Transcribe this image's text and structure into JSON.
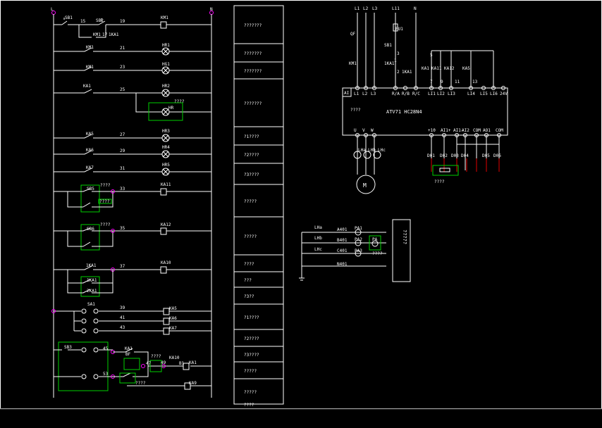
{
  "left": {
    "bus_l": "L",
    "bus_n": "N",
    "sb1": "SB1",
    "n15": "15",
    "sb2": "SB2",
    "n19": "19",
    "km1_aux": "KM1",
    "n17": "17",
    "ka1_aux": "1KA1",
    "rows": [
      {
        "contact": "",
        "num": "",
        "coil": "KM1"
      },
      {
        "contact": "KM1",
        "num": "21",
        "coil": "HR1"
      },
      {
        "contact": "KM1",
        "num": "23",
        "coil": "HG1"
      },
      {
        "contact": "KA1",
        "num": "25",
        "coil": "HR2"
      },
      {
        "contact": "KA5",
        "num": "27",
        "coil": "HR3"
      },
      {
        "contact": "KA6",
        "num": "29",
        "coil": "HR4"
      },
      {
        "contact": "KA7",
        "num": "31",
        "coil": "HR5"
      },
      {
        "contact": "SB5",
        "num": "33",
        "coil": "KA11"
      },
      {
        "contact": "SB6",
        "num": "35",
        "coil": "KA12"
      },
      {
        "contact": "1KA1",
        "num": "37",
        "coil": "KA10"
      },
      {
        "contact": "",
        "num": "39",
        "coil": "KA5"
      },
      {
        "contact": "",
        "num": "41",
        "coil": "KA6"
      },
      {
        "contact": "",
        "num": "43",
        "coil": "KA7"
      }
    ],
    "hr_box": "HR",
    "hr_note": "????",
    "sb5_note": "????",
    "sb5_note2": "????",
    "sb6_note": "????",
    "ka1_a": "1KA1",
    "ka1_b": "2KA1",
    "sa1": "SA1",
    "sb3": "SB3",
    "n45": "45",
    "n53": "53",
    "ka1_b2": "KA1",
    "bf": "BF",
    "note_bottom": "????",
    "note_bottom2": "????",
    "n47": "47",
    "n49": "49",
    "b1": "B1",
    "ka10": "KA10",
    "ka1_end": "KA1",
    "ka9": "KA9"
  },
  "description_column": [
    "???????",
    "???????",
    "???????",
    "???????",
    "?1????",
    "?2????",
    "?3????",
    "?????",
    "?????",
    "????",
    "???",
    "?3??",
    "?1????",
    "?2????",
    "?3????",
    "?????",
    "?????",
    "????"
  ],
  "vfd": {
    "l1": "L1",
    "l2": "L2",
    "l3": "L3",
    "l11": "L11",
    "n": "N",
    "qf": "QF",
    "km1": "KM1",
    "fu1": "FU1",
    "sb1": "SB1",
    "ka1": "1KA1",
    "ka1b": "1KA1",
    "n1": "1",
    "n2": "2",
    "n3": "3",
    "terms_top": [
      "L1",
      "L2",
      "L3",
      "R/A",
      "R/B",
      "R/C",
      "LI1",
      "LI2",
      "LI3",
      "LI4",
      "LI5",
      "LI6",
      "24V"
    ],
    "model": "ATV71 HC28N4",
    "ai": "AI",
    "left_note": "????",
    "terms_bottom": [
      "U",
      "V",
      "W",
      "+10",
      "AI1+",
      "AI1-",
      "AI2",
      "COM",
      "AO1",
      "COM"
    ],
    "relays": [
      "KA1",
      "KA11",
      "KA12",
      "KA5"
    ],
    "nums": [
      "5",
      "7",
      "9",
      "11",
      "13"
    ],
    "motor": "M",
    "do_labels": [
      "D01",
      "D02",
      "D03",
      "D04",
      "D05",
      "D06"
    ],
    "pot_note": "????",
    "lh": [
      "LHa",
      "LHb",
      "LHc"
    ]
  },
  "meters": {
    "lines": [
      "A401",
      "B401",
      "C401",
      "N401"
    ],
    "lh": [
      "LHa",
      "LHb",
      "LHc"
    ],
    "pa": [
      "PA1",
      "PA2",
      "PA3"
    ],
    "pa_box": "PA",
    "side_label": "?????",
    "note": "????"
  },
  "colors": {
    "wire": "#ffffff",
    "box": "#00d000",
    "signal": "#e00000",
    "node": "#ff00ff"
  }
}
